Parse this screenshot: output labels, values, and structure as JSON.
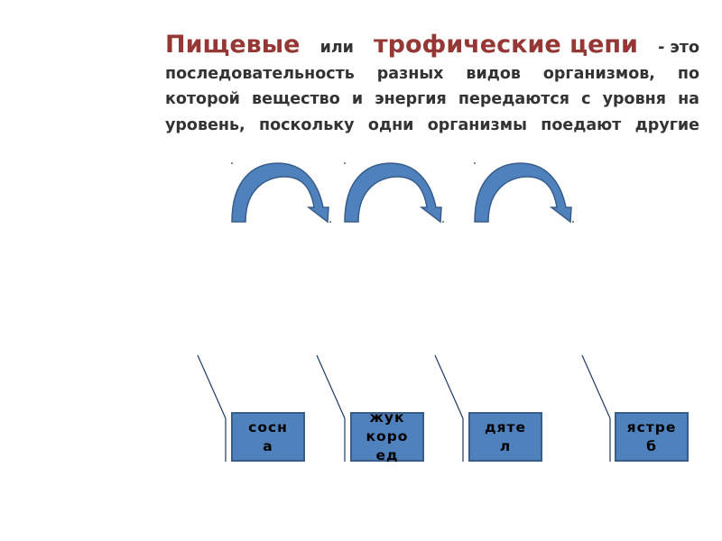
{
  "heading": {
    "term1": "Пищевые",
    "connector": "или",
    "term2": "трофические цепи",
    "dash": "- это",
    "line2": "последовательность разных видов организмов, по",
    "line3": "которой вещество и энергия передаются с уровня на",
    "line4": "уровень, поскольку одни организмы поедают другие"
  },
  "chain": {
    "boxes": [
      {
        "label": "сосн\nа"
      },
      {
        "label": "жук\nкоро\nед"
      },
      {
        "label": "дяте\nл"
      },
      {
        "label": "ястре\nб"
      }
    ]
  },
  "colors": {
    "term": "#953735",
    "arrow_fill": "#4f81bd",
    "arrow_stroke": "#385d8a",
    "box_fill": "#4f81bd",
    "box_stroke": "#385d8a",
    "callout_line": "#1f3864"
  }
}
